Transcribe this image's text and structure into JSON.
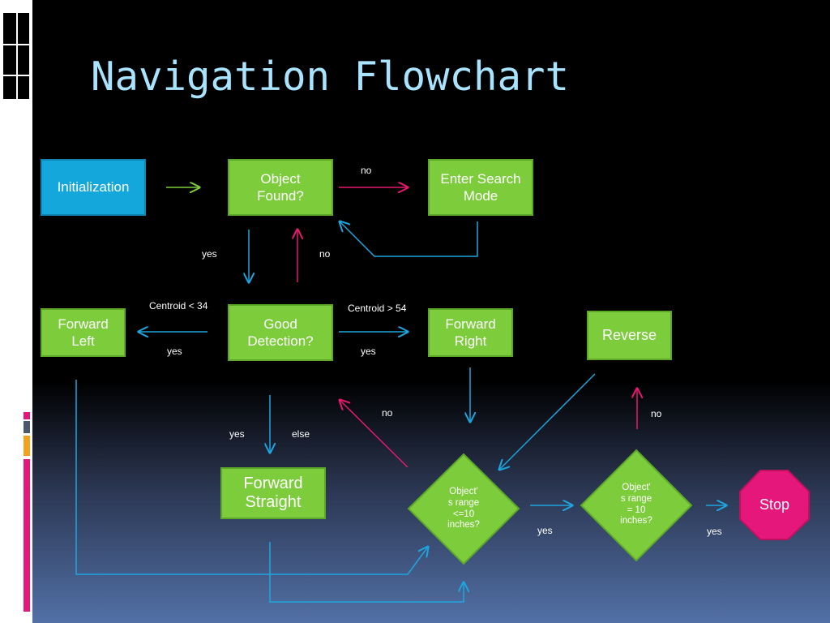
{
  "slide": {
    "title": "Navigation Flowchart"
  },
  "nodes": {
    "initialization": "Initialization",
    "object_found": "Object\nFound?",
    "enter_search": "Enter Search\nMode",
    "forward_left": "Forward\nLeft",
    "good_detection": "Good\nDetection?",
    "forward_right": "Forward\nRight",
    "reverse": "Reverse",
    "forward_straight": "Forward\nStraight",
    "range_le10": "Object'\ns range\n<=10\ninches?",
    "range_eq10": "Object'\ns range\n= 10\ninches?",
    "stop": "Stop"
  },
  "edge_labels": {
    "no_search": "no",
    "yes_down": "yes",
    "no_up": "no",
    "centroid_lt": "Centroid < 34",
    "centroid_gt": "Centroid > 54",
    "yes_left": "yes",
    "yes_right": "yes",
    "yes_straight": "yes",
    "else_straight": "else",
    "no_back": "no",
    "no_reverse": "no",
    "yes_range1": "yes",
    "yes_range2": "yes"
  },
  "colors": {
    "title": "#a8e4ff",
    "node_green": "#7ccc3c",
    "node_blue": "#13a7dc",
    "stop_pink": "#e5177b",
    "arrow_blue": "#1ea5dd",
    "arrow_pink": "#e6196e",
    "arrow_green": "#7ccc3c"
  }
}
